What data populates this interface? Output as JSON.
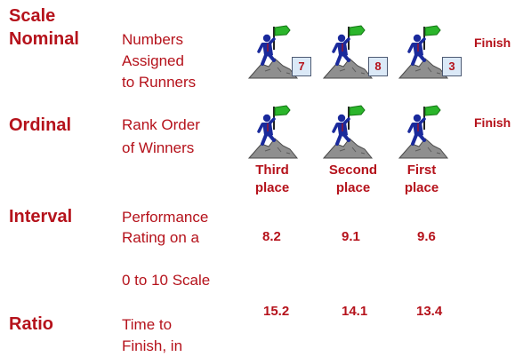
{
  "header": {
    "scale_label": "Scale"
  },
  "rows": [
    {
      "scale": "Nominal",
      "description": [
        "Numbers",
        "Assigned",
        "to Runners"
      ],
      "finish_label": "Finish",
      "runner_numbers": [
        "7",
        "8",
        "3"
      ]
    },
    {
      "scale": "Ordinal",
      "description": [
        "Rank Order",
        "of Winners"
      ],
      "finish_label": "Finish",
      "places": [
        [
          "Third",
          "place"
        ],
        [
          "Second",
          "place"
        ],
        [
          "First",
          "place"
        ]
      ]
    },
    {
      "scale": "Interval",
      "description": [
        "Performance",
        "Rating on a",
        "0 to 10 Scale"
      ],
      "values": [
        "8.2",
        "9.1",
        "9.6"
      ]
    },
    {
      "scale": "Ratio",
      "description": [
        "Time to",
        "Finish, in"
      ],
      "values": [
        "15.2",
        "14.1",
        "13.4"
      ]
    }
  ],
  "icons": {
    "climber": "mountain-climber-with-flag-icon"
  },
  "colors": {
    "text_red": "#b5121b",
    "flag_green": "#2bb52b",
    "suit_blue": "#1a2a9c",
    "rock_gray": "#8a8a8a",
    "box_fill": "#dbe9f7"
  }
}
